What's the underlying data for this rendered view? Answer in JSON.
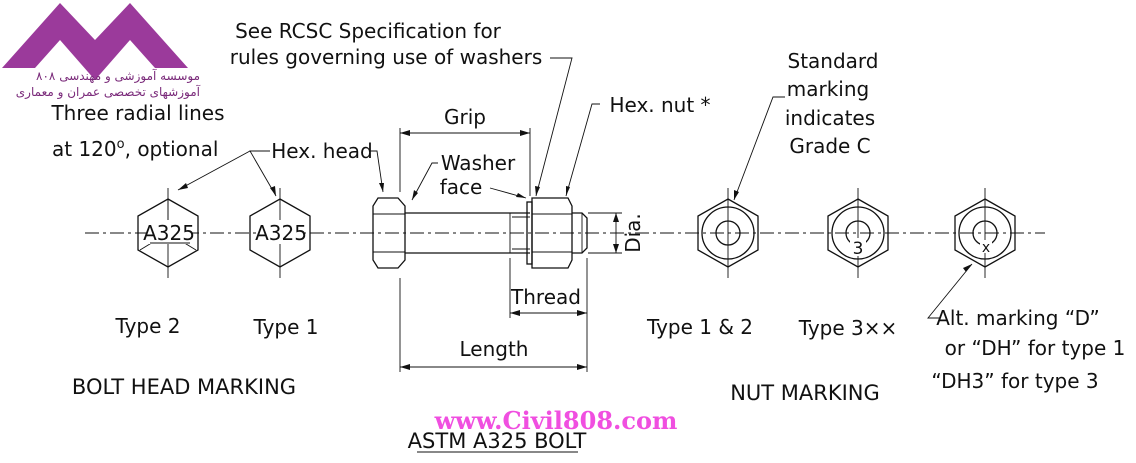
{
  "logo": {
    "line1": "موسسه آموزشی و مهندسی ۸۰۸",
    "line2": "آموزشهای تخصصی عمران و معماری",
    "color": "#9b3a9b"
  },
  "watermark": {
    "text": "www.Civil808.com",
    "color": "#f04fe0"
  },
  "labels": {
    "rcsc_line1": "See RCSC Specification for",
    "rcsc_line2": "rules governing use of washers",
    "hex_nut": "Hex. nut *",
    "grip": "Grip",
    "washer_line1": "Washer",
    "washer_line2": "face",
    "hex_head": "Hex. head",
    "radial_line1": "Three radial lines",
    "radial_line2_a": "at 120",
    "radial_line2_sup": "o",
    "radial_line2_b": ", optional",
    "dia": "Dia.",
    "thread": "Thread",
    "length": "Length",
    "type2": "Type 2",
    "type1": "Type 1",
    "bolt_head_marking": "BOLT HEAD MARKING",
    "astm_bolt": "ASTM A325 BOLT",
    "standard_line1": "Standard",
    "standard_line2": "marking",
    "standard_line3": "indicates",
    "standard_line4": "Grade C",
    "type1and2": "Type 1 & 2",
    "type3": "Type 3××",
    "alt_line1": "Alt. marking “D”",
    "alt_line2": "or “DH” for type 1",
    "alt_line3": "“DH3” for type 3",
    "nut_marking": "NUT MARKING",
    "head_mark_a325_type2": "A325",
    "head_mark_a325_type1": "A325",
    "nut_mark_3": "3",
    "nut_mark_x": "x"
  }
}
